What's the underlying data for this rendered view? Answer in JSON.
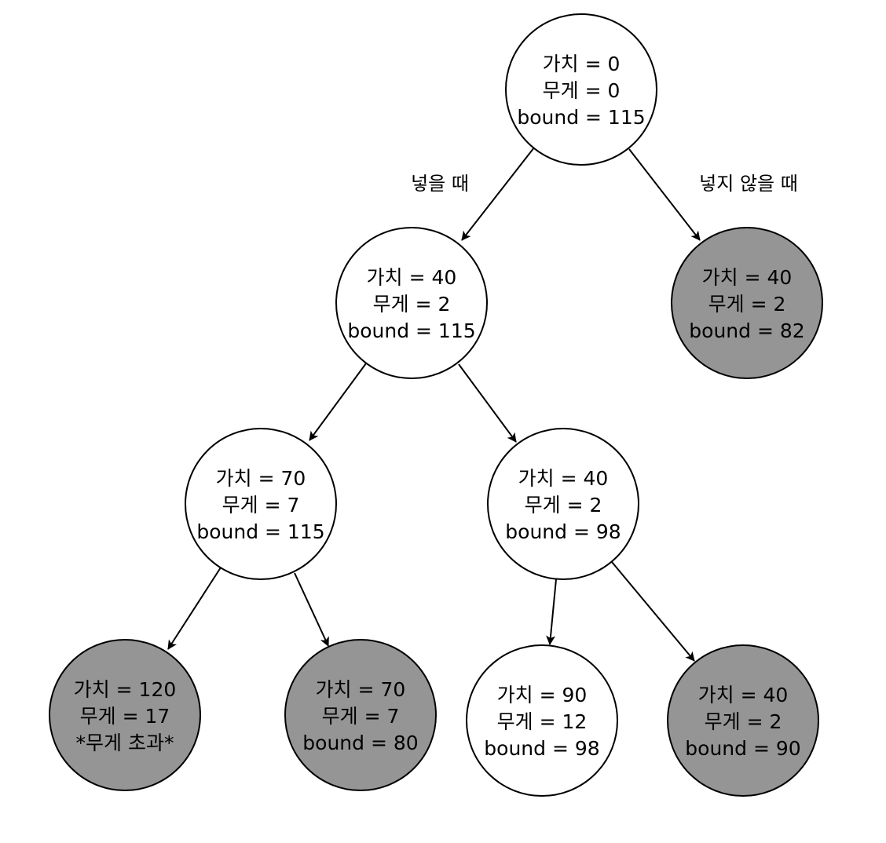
{
  "colors": {
    "open_fill": "#ffffff",
    "pruned_fill": "#959595",
    "stroke": "#000000"
  },
  "edge_labels": {
    "include": "넣을 때",
    "exclude": "넣지 않을 때"
  },
  "nodes": {
    "root": {
      "state": "open",
      "lines": [
        "가치 = 0",
        "무게 = 0",
        "bound = 115"
      ]
    },
    "l1_include": {
      "state": "open",
      "lines": [
        "가치 = 40",
        "무게 = 2",
        "bound = 115"
      ]
    },
    "l1_exclude": {
      "state": "pruned",
      "lines": [
        "가치 = 40",
        "무게 = 2",
        "bound = 82"
      ]
    },
    "l2_include": {
      "state": "open",
      "lines": [
        "가치 = 70",
        "무게 = 7",
        "bound = 115"
      ]
    },
    "l2_exclude": {
      "state": "open",
      "lines": [
        "가치 = 40",
        "무게 = 2",
        "bound = 98"
      ]
    },
    "l3_a": {
      "state": "pruned",
      "lines": [
        "가치 = 120",
        "무게 = 17",
        "*무게 초과*"
      ]
    },
    "l3_b": {
      "state": "pruned",
      "lines": [
        "가치 = 70",
        "무게 = 7",
        "bound = 80"
      ]
    },
    "l3_c": {
      "state": "open",
      "lines": [
        "가치 = 90",
        "무게 = 12",
        "bound = 98"
      ]
    },
    "l3_d": {
      "state": "pruned",
      "lines": [
        "가치 = 40",
        "무게 = 2",
        "bound = 90"
      ]
    }
  },
  "edges": [
    {
      "from": "root",
      "to": "l1_include"
    },
    {
      "from": "root",
      "to": "l1_exclude"
    },
    {
      "from": "l1_include",
      "to": "l2_include"
    },
    {
      "from": "l1_include",
      "to": "l2_exclude"
    },
    {
      "from": "l2_include",
      "to": "l3_a"
    },
    {
      "from": "l2_include",
      "to": "l3_b"
    },
    {
      "from": "l2_exclude",
      "to": "l3_c"
    },
    {
      "from": "l2_exclude",
      "to": "l3_d"
    }
  ]
}
